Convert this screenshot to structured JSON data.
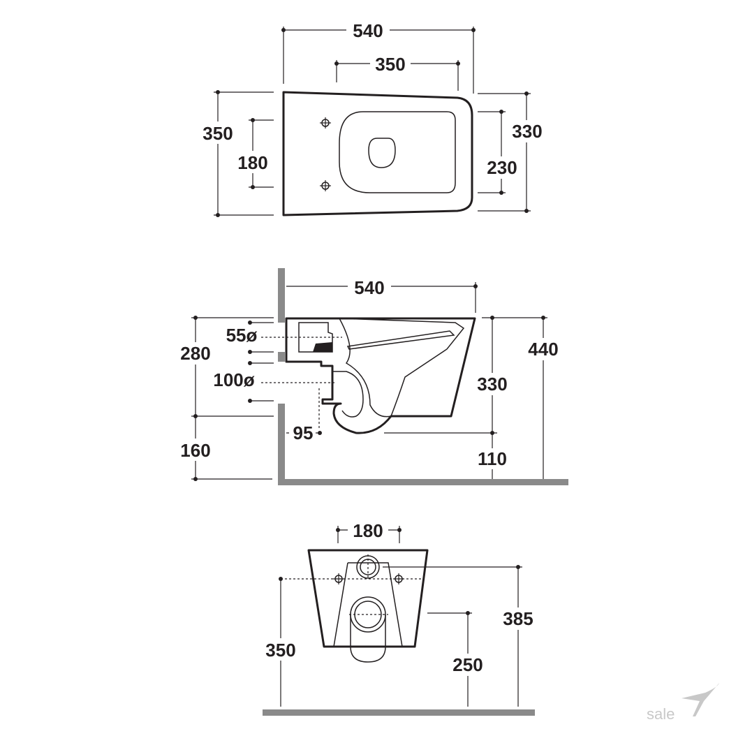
{
  "views": {
    "top": {
      "overall_length": "540",
      "fixing_span": "350",
      "width": "350",
      "fixing_holes": "180",
      "rear_width": "330",
      "rear_inner": "230"
    },
    "side": {
      "length": "540",
      "inlet_diameter": "55ø",
      "outlet_diameter": "100ø",
      "outlet_center": "280",
      "pan_height": "330",
      "total_height": "440",
      "outlet_projection": "95",
      "floor_to_outlet": "160",
      "pan_bottom": "110"
    },
    "front": {
      "fixing_holes": "180",
      "left_height": "350",
      "total_height": "385",
      "outlet_height": "250"
    }
  },
  "watermark": {
    "text": "sale"
  },
  "colors": {
    "line": "#231f20",
    "wall": "#8a8a8a",
    "watermark": "#c8c8c8"
  }
}
